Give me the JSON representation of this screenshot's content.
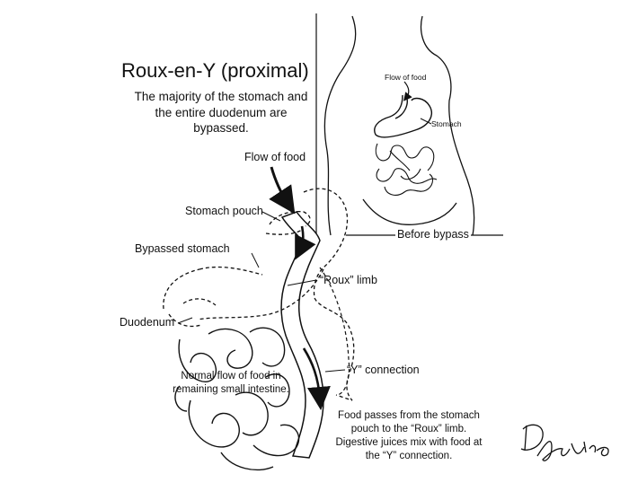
{
  "diagram": {
    "title": "Roux-en-Y (proximal)",
    "subtitle": "The majority of the  stomach and the entire duodenum are bypassed.",
    "labels": {
      "flow_of_food": "Flow of food",
      "stomach_pouch": "Stomach pouch",
      "bypassed_stomach": "Bypassed stomach",
      "roux_limb": "“Roux” limb",
      "duodenum": "Duodenum",
      "y_connection": "“Y” connection",
      "normal_flow": "Normal flow of food in remaining small intestine.",
      "food_passes": "Food passes from the stomach pouch to the “Roux” limb. Digestive juices mix with food at the “Y” connection."
    },
    "inset": {
      "flow_of_food": "Flow of food",
      "stomach": "Stomach",
      "before_bypass": "Before bypass"
    },
    "signature": "Dr. LaVine",
    "line_color": "#111111"
  }
}
